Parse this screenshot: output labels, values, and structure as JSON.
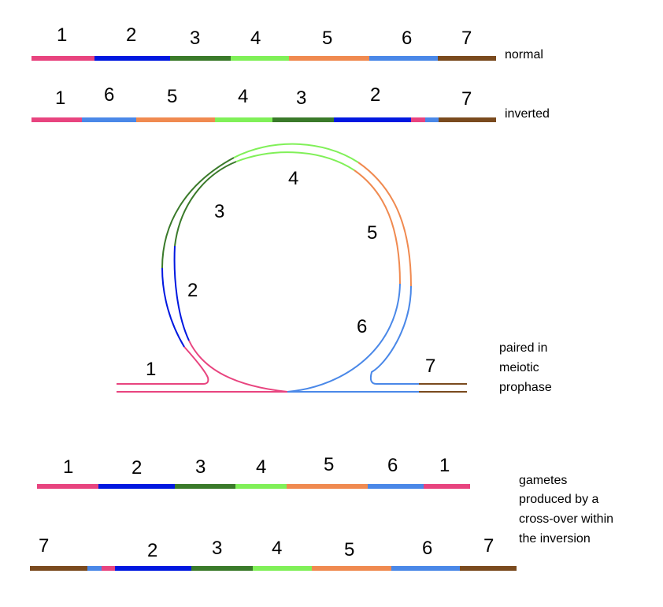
{
  "colors": {
    "c1": "#e8447f",
    "c2": "#0018e0",
    "c3": "#3a7a2a",
    "c4": "#80f058",
    "c5": "#f08a50",
    "c6": "#4a88e8",
    "c7": "#7a4a1e"
  },
  "rows": {
    "normal": {
      "caption": "normal",
      "numbers": [
        "1",
        "2",
        "3",
        "4",
        "5",
        "6",
        "7"
      ]
    },
    "inverted": {
      "caption": "inverted",
      "numbers": [
        "1",
        "6",
        "5",
        "4",
        "3",
        "2",
        "7"
      ]
    },
    "gamete1": {
      "numbers": [
        "1",
        "2",
        "3",
        "4",
        "5",
        "6",
        "1"
      ]
    },
    "gamete2": {
      "numbers": [
        "7",
        "2",
        "3",
        "4",
        "5",
        "6",
        "7"
      ]
    }
  },
  "loop": {
    "numbers": [
      "1",
      "2",
      "3",
      "4",
      "5",
      "6",
      "7"
    ]
  },
  "captions": {
    "paired": [
      "paired in",
      "meiotic",
      "prophase"
    ],
    "gametes": [
      "gametes",
      "produced by a",
      "cross-over within",
      "the inversion"
    ]
  }
}
